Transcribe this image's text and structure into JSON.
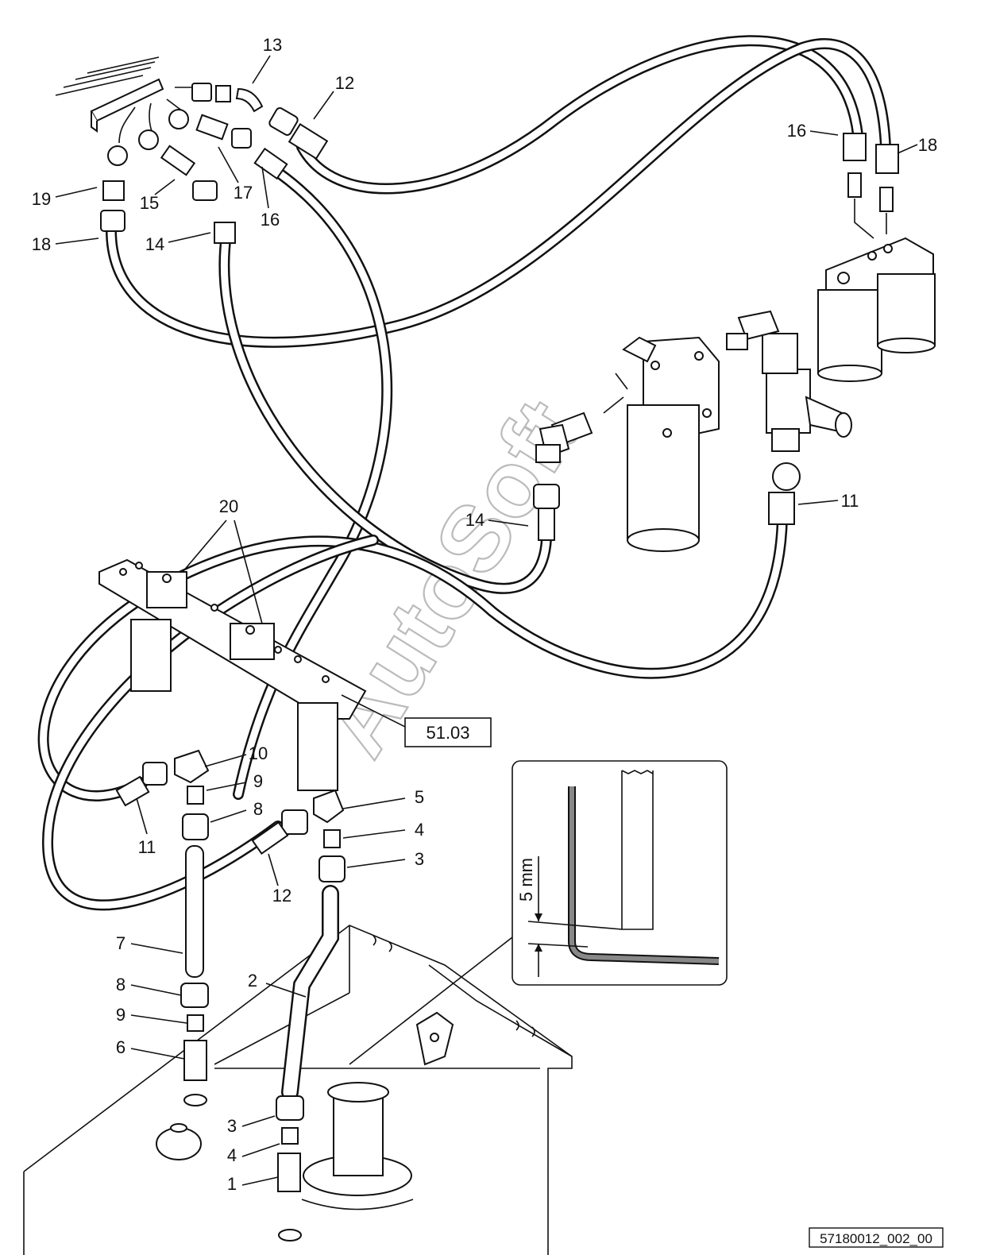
{
  "callouts": {
    "c1": "1",
    "c2": "2",
    "c3a": "3",
    "c3b": "3",
    "c4a": "4",
    "c4b": "4",
    "c5": "5",
    "c6": "6",
    "c7": "7",
    "c8a": "8",
    "c8b": "8",
    "c9a": "9",
    "c9b": "9",
    "c10": "10",
    "c11a": "11",
    "c11b": "11",
    "c12a": "12",
    "c12b": "12",
    "c13": "13",
    "c14a": "14",
    "c14b": "14",
    "c15": "15",
    "c16a": "16",
    "c16b": "16",
    "c17": "17",
    "c18a": "18",
    "c18b": "18",
    "c19": "19",
    "c20": "20"
  },
  "reference_box": "51.03",
  "detail": {
    "dimension": "5 mm"
  },
  "watermark": "AutoSoft",
  "drawing_number": "57180012_002_00"
}
